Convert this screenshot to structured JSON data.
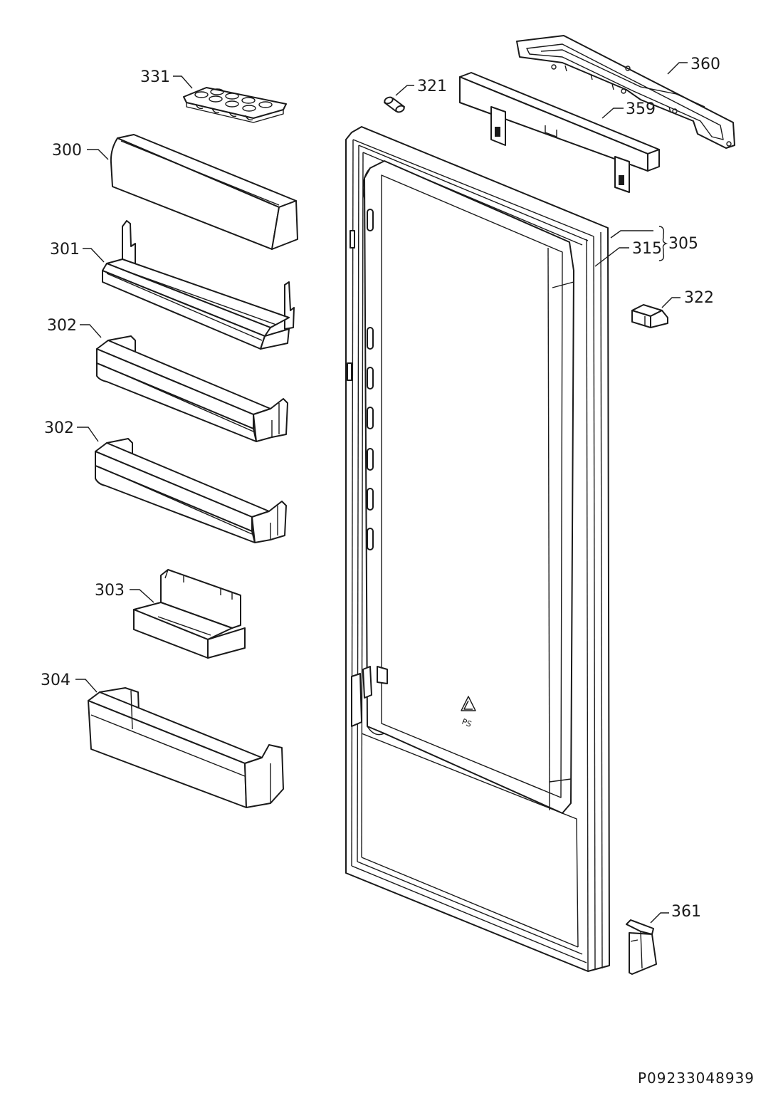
{
  "callouts": {
    "c331": "331",
    "c300": "300",
    "c301": "301",
    "c302a": "302",
    "c302b": "302",
    "c303": "303",
    "c304": "304",
    "c321": "321",
    "c359": "359",
    "c360": "360",
    "c305": "305",
    "c315": "315",
    "c322": "322",
    "c361": "361"
  },
  "recycling_mark": "PS",
  "document_code": "P09233048939"
}
